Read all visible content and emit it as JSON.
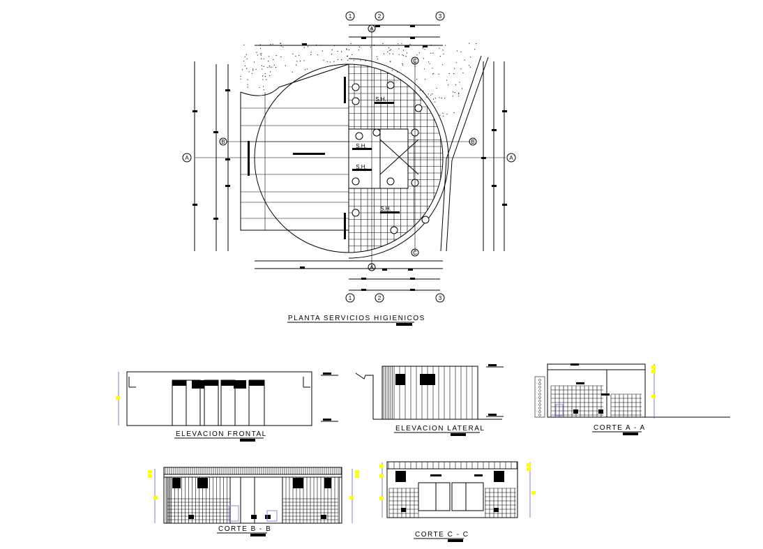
{
  "drawing": {
    "plan": {
      "title": "PLANTA SERVICIOS HIGIENICOS",
      "grid_axes": [
        "1",
        "2",
        "3"
      ],
      "section_markers": {
        "a": "A",
        "b": "B",
        "c": "C"
      },
      "room_label": "S.H."
    },
    "views": [
      {
        "title": "ELEVACION FRONTAL"
      },
      {
        "title": "ELEVACION LATERAL"
      },
      {
        "title": "CORTE A - A"
      },
      {
        "title": "CORTE B - B"
      },
      {
        "title": "CORTE C - C"
      }
    ],
    "colors": {
      "linework": "#000000",
      "dimension": "#6a5acd",
      "level_marker": "#ffff00"
    }
  }
}
